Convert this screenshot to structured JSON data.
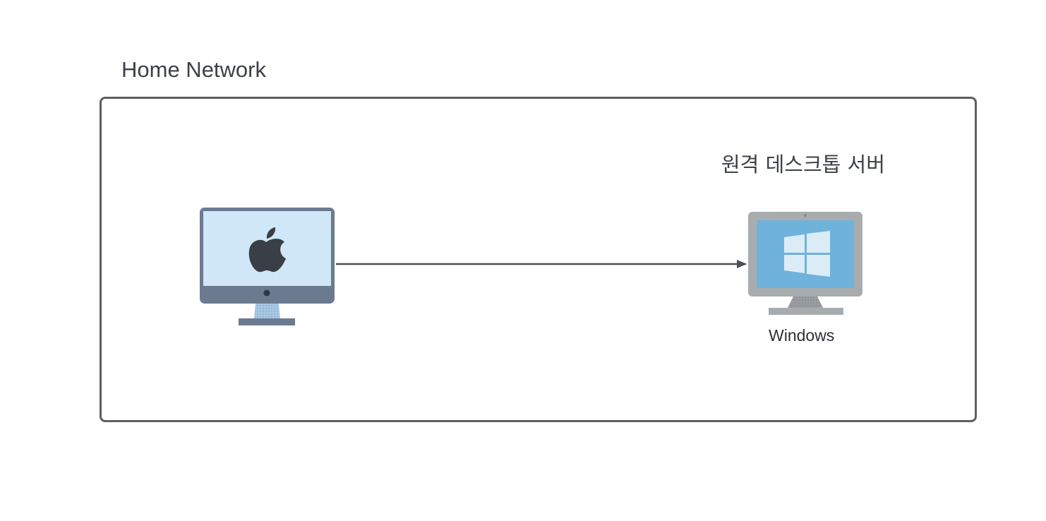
{
  "network": {
    "title": "Home Network"
  },
  "client": {
    "icon": "imac-apple-icon"
  },
  "server": {
    "label": "원격 데스크톱 서버",
    "os_label": "Windows",
    "icon": "windows-monitor-icon"
  },
  "connection": {
    "direction": "client-to-server"
  },
  "colors": {
    "frame": "#5d5f62",
    "mac_screen": "#cfe7f7",
    "mac_bezel": "#6b7a8f",
    "windows_screen": "#6fb3dc",
    "windows_bezel": "#a9acaf",
    "arrow": "#4d4f52"
  }
}
